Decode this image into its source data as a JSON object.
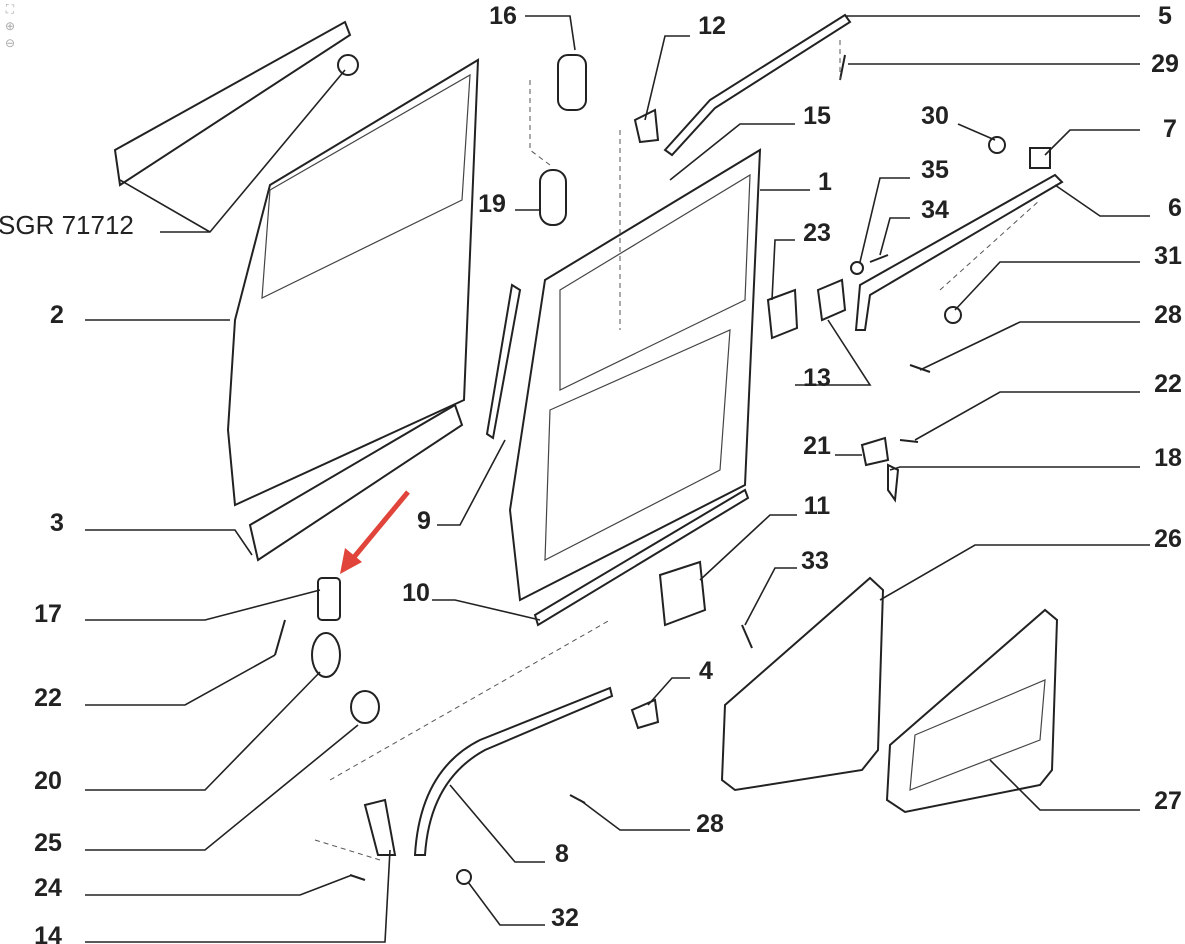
{
  "toolbar": {
    "icons": [
      "fit-screen-icon",
      "zoom-in-icon",
      "zoom-out-icon"
    ]
  },
  "diagram": {
    "reference": "SGR 71712",
    "arrow_color": "#e0443a",
    "labels": [
      "16",
      "12",
      "5",
      "29",
      "15",
      "30",
      "7",
      "1",
      "35",
      "34",
      "6",
      "19",
      "23",
      "31",
      "2",
      "28",
      "13",
      "22",
      "21",
      "18",
      "3",
      "9",
      "11",
      "33",
      "26",
      "17",
      "10",
      "4",
      "22",
      "20",
      "27",
      "28",
      "25",
      "8",
      "24",
      "32",
      "14"
    ]
  }
}
